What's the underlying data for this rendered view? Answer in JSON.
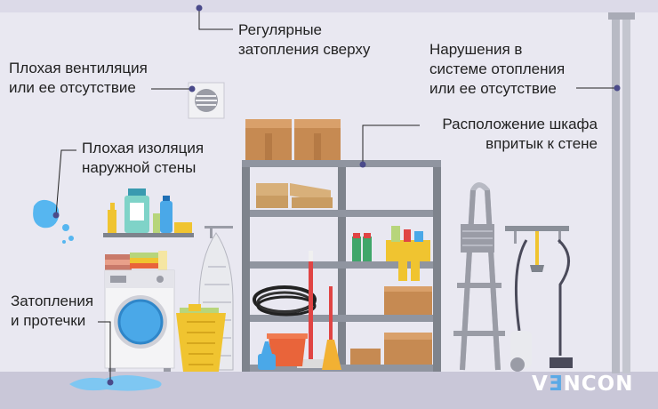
{
  "labels": {
    "ceiling_flooding": [
      "Регулярные",
      "затопления сверху"
    ],
    "heating": [
      "Нарушения в",
      "системе отопления",
      "или ее отсутствие"
    ],
    "ventilation": [
      "Плохая вентиляция",
      "или ее отсутствие"
    ],
    "cabinet_wall": [
      "Расположение шкафа",
      "впритык к стене"
    ],
    "insulation": [
      "Плохая изоляция",
      "наружной стены"
    ],
    "leaks": [
      "Затопления",
      "и протечки"
    ]
  },
  "brand": {
    "prefix": "V",
    "mark": "Ǝ",
    "suffix": "NCON"
  },
  "colors": {
    "background": "#e9e8f1",
    "floor": "#c9c7d8",
    "marker": "#4a4a8a",
    "rack": "#8a8f98",
    "box": "#c68a52",
    "water": "#4aa8e8"
  }
}
